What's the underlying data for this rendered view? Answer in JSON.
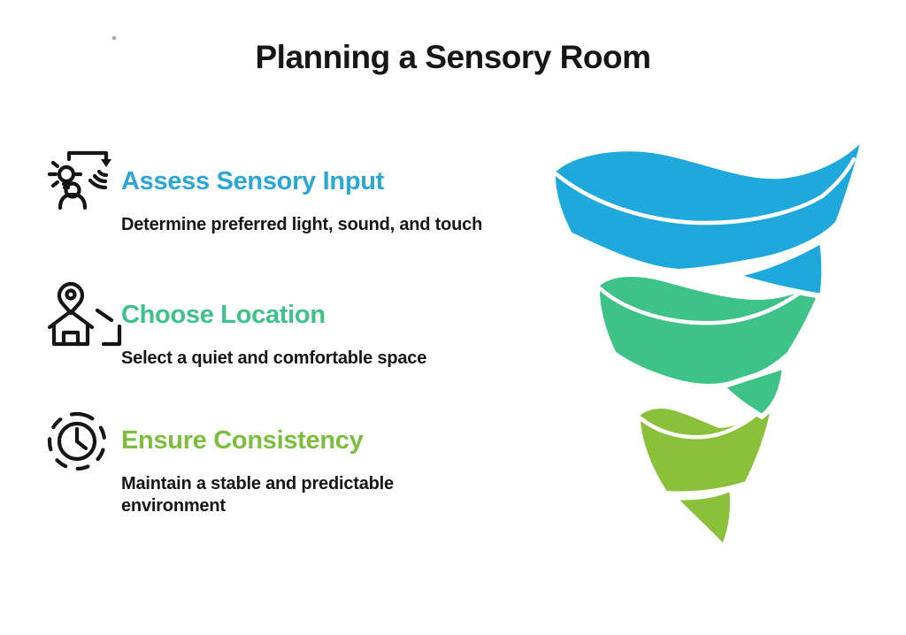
{
  "title": "Planning a Sensory Room",
  "colors": {
    "background": "#ffffff",
    "text": "#161616",
    "icon_stroke": "#151515",
    "speck": "#8a8a8a"
  },
  "steps": [
    {
      "title": "Assess Sensory Input",
      "description": "Determine preferred light, sound, and touch",
      "accent": "#2BA7D5",
      "icon": "sensory-input-icon"
    },
    {
      "title": "Choose Location",
      "description": "Select a quiet and comfortable space",
      "accent": "#3EC289",
      "icon": "location-house-icon"
    },
    {
      "title": "Ensure Consistency",
      "description": "Maintain a stable and predictable\nenvironment",
      "accent": "#7DBE3E",
      "icon": "clock-consistency-icon"
    }
  ],
  "funnel": {
    "type": "spiral-funnel",
    "segments": [
      {
        "label": "top band",
        "color": "#1FA8DC"
      },
      {
        "label": "middle band",
        "color": "#3DC287"
      },
      {
        "label": "bottom band",
        "color": "#8BC03B"
      }
    ]
  }
}
